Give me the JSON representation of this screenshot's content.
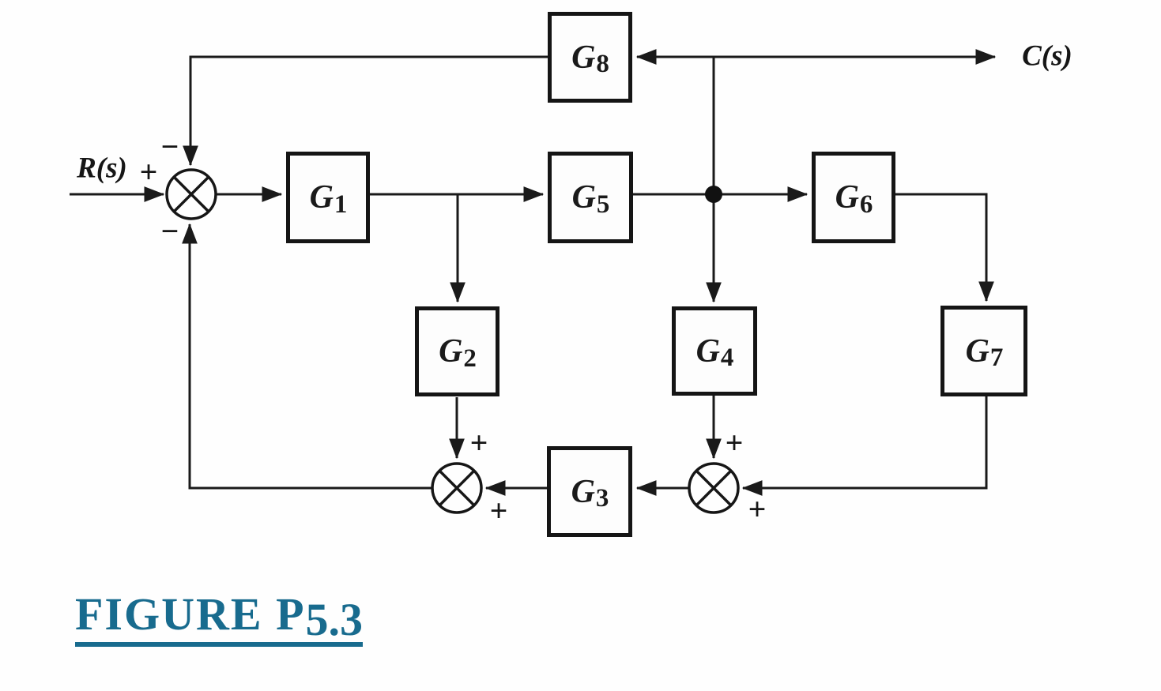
{
  "figure": {
    "kind": "control-system-block-diagram",
    "input_label": "R(s)",
    "output_label": "C(s)",
    "blocks": [
      {
        "id": "g1",
        "base": "G",
        "sub": "1"
      },
      {
        "id": "g2",
        "base": "G",
        "sub": "2"
      },
      {
        "id": "g3",
        "base": "G",
        "sub": "3"
      },
      {
        "id": "g4",
        "base": "G",
        "sub": "4"
      },
      {
        "id": "g5",
        "base": "G",
        "sub": "5"
      },
      {
        "id": "g6",
        "base": "G",
        "sub": "6"
      },
      {
        "id": "g7",
        "base": "G",
        "sub": "7"
      },
      {
        "id": "g8",
        "base": "G",
        "sub": "8"
      }
    ],
    "summing_junctions": [
      {
        "id": "sum-main",
        "signs": {
          "input": "+",
          "top_feedback": "−",
          "bottom_feedback": "−"
        }
      },
      {
        "id": "sum-left-bottom",
        "signs": {
          "top": "+",
          "right": "+"
        }
      },
      {
        "id": "sum-right-bottom",
        "signs": {
          "top": "+",
          "right": "+"
        }
      }
    ]
  },
  "caption": {
    "prefix": "FIGURE P",
    "number": "5.3"
  },
  "colors": {
    "line": "#1a1a1a",
    "caption_teal": "#186b8e"
  }
}
